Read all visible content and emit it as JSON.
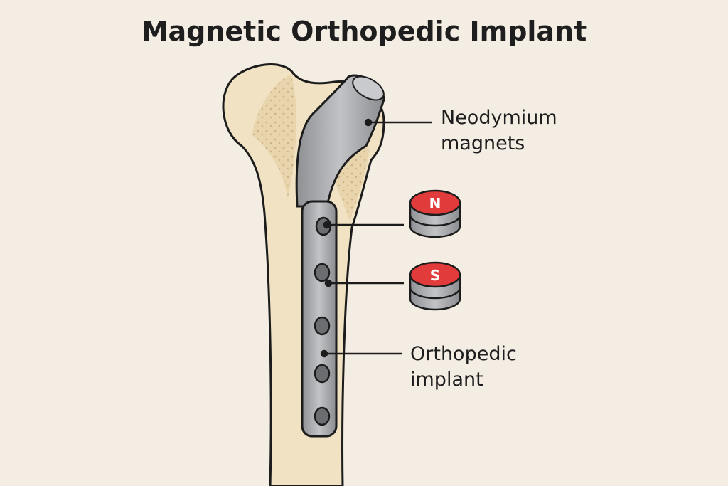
{
  "title": "Magnetic Orthopedic Implant",
  "labels": {
    "magnets_line1": "Neodymium",
    "magnets_line2": "magnets",
    "implant_line1": "Orthopedic",
    "implant_line2": "implant"
  },
  "magnets": [
    {
      "pole": "N",
      "color": "#e23b3b"
    },
    {
      "pole": "S",
      "color": "#e23b3b"
    }
  ],
  "colors": {
    "background": "#f4ede3",
    "bone": "#f0e2c2",
    "metal": "#a9aaad"
  }
}
